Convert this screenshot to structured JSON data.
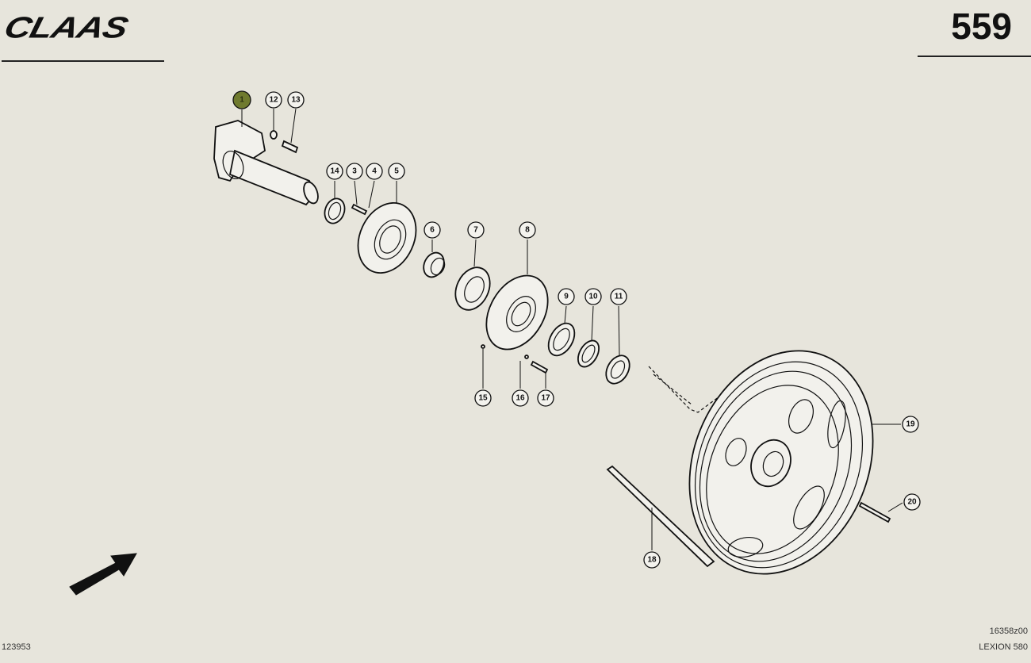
{
  "header": {
    "brand": "CLAAS",
    "page_number": "559"
  },
  "footer": {
    "doc_id": "123953",
    "drawing_no": "16358z00",
    "model": "LEXION 580"
  },
  "callouts": [
    {
      "label": "1",
      "highlighted": true
    },
    {
      "label": "12"
    },
    {
      "label": "13"
    },
    {
      "label": "14"
    },
    {
      "label": "3"
    },
    {
      "label": "4"
    },
    {
      "label": "5"
    },
    {
      "label": "6"
    },
    {
      "label": "7"
    },
    {
      "label": "8"
    },
    {
      "label": "9"
    },
    {
      "label": "10"
    },
    {
      "label": "11"
    },
    {
      "label": "15"
    },
    {
      "label": "16"
    },
    {
      "label": "17"
    },
    {
      "label": "19"
    },
    {
      "label": "20"
    },
    {
      "label": "18"
    }
  ],
  "icons": {
    "direction_arrow": "arrow-up-right-icon"
  }
}
